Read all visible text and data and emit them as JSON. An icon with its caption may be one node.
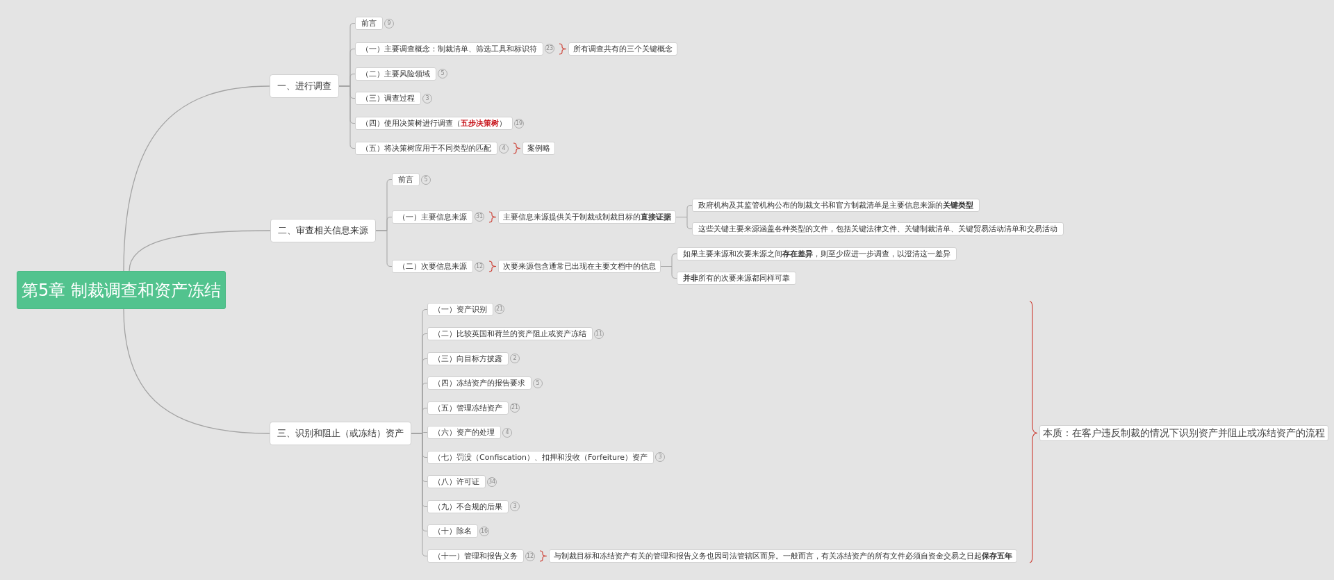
{
  "diagram": {
    "nodes": [
      {
        "text": [
          "第5章 制裁调查和资产冻结"
        ]
      },
      {
        "text": [
          "一、进行调查"
        ]
      },
      {
        "text": [
          "前言"
        ],
        "beside": [
          "9"
        ]
      },
      {
        "text": [
          "（一）主要调查概念：制裁清单、筛选工具和标识符"
        ],
        "beside": [
          "23"
        ]
      },
      {
        "text": [
          "所有调查共有的三个关键概念"
        ]
      },
      {
        "text": [
          "（二）主要风险领域"
        ],
        "beside": [
          "5"
        ]
      },
      {
        "text": [
          "（三）调查过程"
        ],
        "beside": [
          "3"
        ]
      },
      {
        "text": [
          "（四）使用决策树进行调查（**五步决策树**）"
        ],
        "beside": [
          "19"
        ]
      },
      {
        "text": [
          "（五）将决策树应用于不同类型的匹配"
        ],
        "beside": [
          "4"
        ]
      },
      {
        "text": [
          "案例略"
        ]
      },
      {
        "text": [
          "二、审查相关信息来源"
        ]
      },
      {
        "text": [
          "前言"
        ],
        "beside": [
          "5"
        ]
      },
      {
        "text": [
          "（一）主要信息来源"
        ],
        "beside": [
          "31"
        ]
      },
      {
        "text": [
          "主要信息来源提供关于制裁或制裁目标的**直接证据**"
        ]
      },
      {
        "text": [
          "政府机构及其监管机构公布的制裁文书和官方制裁清单是主要信息来源的**关键类型**"
        ]
      },
      {
        "text": [
          "这些关键主要来源涵盖各种类型的文件，包括关键法律文件、关键制裁清单、关键贸易活动清单和交易活动"
        ]
      },
      {
        "text": [
          "（二）次要信息来源"
        ],
        "beside": [
          "12"
        ]
      },
      {
        "text": [
          "次要来源包含通常已出现在主要文档中的信息"
        ]
      },
      {
        "text": [
          "如果主要来源和次要来源之间**存在差异**，则至少应进一步调查，以澄清这一差异"
        ]
      },
      {
        "text": [
          "**并非**所有的次要来源都同样可靠"
        ]
      },
      {
        "text": [
          "三、识别和阻止（或冻结）资产"
        ]
      },
      {
        "text": [
          "（一）资产识别"
        ],
        "beside": [
          "21"
        ]
      },
      {
        "text": [
          "（二）比较英国和荷兰的资产阻止或资产冻结"
        ],
        "beside": [
          "11"
        ]
      },
      {
        "text": [
          "（三）向目标方披露"
        ],
        "beside": [
          "2"
        ]
      },
      {
        "text": [
          "（四）冻结资产的报告要求"
        ],
        "beside": [
          "5"
        ]
      },
      {
        "text": [
          "（五）管理冻结资产"
        ],
        "beside": [
          "21"
        ]
      },
      {
        "text": [
          "（六）资产的处理"
        ],
        "beside": [
          "4"
        ]
      },
      {
        "text": [
          "（七）罚没（Confiscation）、扣押和没收（Forfeiture）资产"
        ],
        "beside": [
          "3"
        ]
      },
      {
        "text": [
          "（八）许可证"
        ],
        "beside": [
          "34"
        ]
      },
      {
        "text": [
          "（九）不合规的后果"
        ],
        "beside": [
          "3"
        ]
      },
      {
        "text": [
          "（十）除名"
        ],
        "beside": [
          "16"
        ]
      },
      {
        "text": [
          "（十一）管理和报告义务"
        ],
        "beside": [
          "12"
        ]
      },
      {
        "text": [
          "与制裁目标和冻结资产有关的管理和报告义务也因司法管辖区而异。一般而言，有关冻结资产的所有文件必须自资金交易之日起**保存五年**"
        ]
      },
      {
        "text": [
          "本质：在客户违反制裁的情况下识别资产并阻止或冻结资产的流程"
        ]
      }
    ],
    "edges": [
      {
        "from": 0,
        "to": 1,
        "arrow": "none"
      },
      {
        "from": 0,
        "to": 10,
        "arrow": "none"
      },
      {
        "from": 0,
        "to": 20,
        "arrow": "none"
      },
      {
        "from": 1,
        "to": 2,
        "arrow": "none"
      },
      {
        "from": 1,
        "to": 3,
        "arrow": "none"
      },
      {
        "from": 1,
        "to": 5,
        "arrow": "none"
      },
      {
        "from": 1,
        "to": 6,
        "arrow": "none"
      },
      {
        "from": 1,
        "to": 7,
        "arrow": "none"
      },
      {
        "from": 1,
        "to": 8,
        "arrow": "none"
      },
      {
        "from": 3,
        "to": 4,
        "arrow": "none",
        "color": "#cc3a2f"
      },
      {
        "from": 8,
        "to": 9,
        "arrow": "none",
        "color": "#cc3a2f"
      },
      {
        "from": 10,
        "to": 11,
        "arrow": "none"
      },
      {
        "from": 10,
        "to": 12,
        "arrow": "none"
      },
      {
        "from": 10,
        "to": 16,
        "arrow": "none"
      },
      {
        "from": 12,
        "to": 13,
        "arrow": "none",
        "color": "#cc3a2f"
      },
      {
        "from": 13,
        "to": 14,
        "arrow": "none"
      },
      {
        "from": 13,
        "to": 15,
        "arrow": "none"
      },
      {
        "from": 16,
        "to": 17,
        "arrow": "none",
        "color": "#cc3a2f"
      },
      {
        "from": 17,
        "to": 18,
        "arrow": "none"
      },
      {
        "from": 17,
        "to": 19,
        "arrow": "none"
      },
      {
        "from": 20,
        "to": 21,
        "arrow": "none"
      },
      {
        "from": 20,
        "to": 22,
        "arrow": "none"
      },
      {
        "from": 20,
        "to": 23,
        "arrow": "none"
      },
      {
        "from": 20,
        "to": 24,
        "arrow": "none"
      },
      {
        "from": 20,
        "to": 25,
        "arrow": "none"
      },
      {
        "from": 20,
        "to": 26,
        "arrow": "none"
      },
      {
        "from": 20,
        "to": 27,
        "arrow": "none"
      },
      {
        "from": 20,
        "to": 28,
        "arrow": "none"
      },
      {
        "from": 20,
        "to": 29,
        "arrow": "none"
      },
      {
        "from": 20,
        "to": 30,
        "arrow": "none"
      },
      {
        "from": 20,
        "to": 31,
        "arrow": "none"
      },
      {
        "from": 31,
        "to": 32,
        "arrow": "none",
        "color": "#cc3a2f"
      }
    ]
  }
}
